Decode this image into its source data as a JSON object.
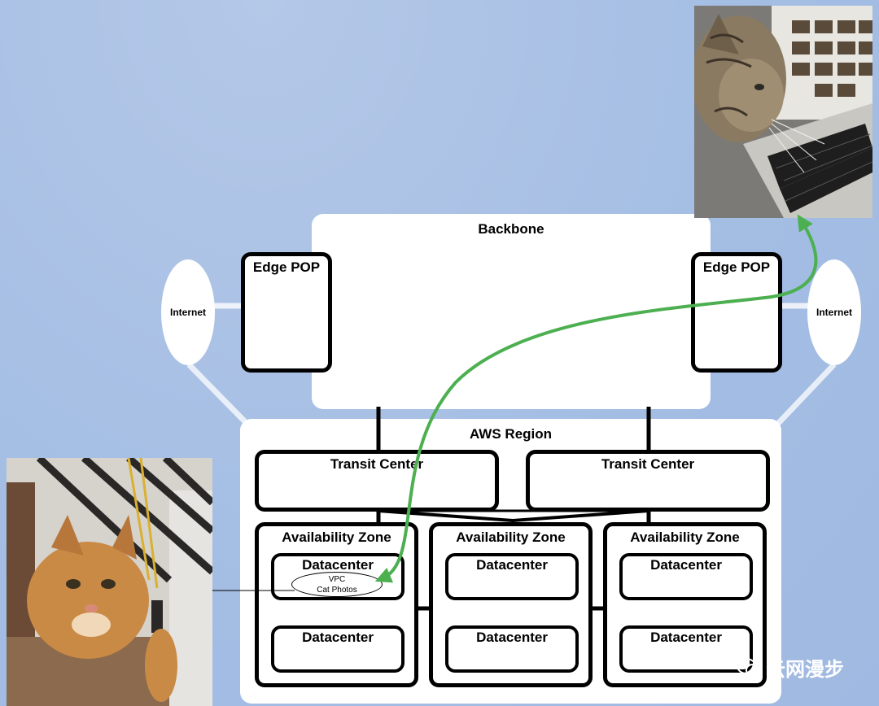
{
  "backbone": {
    "title": "Backbone"
  },
  "edge_pops": [
    {
      "label": "Edge POP"
    },
    {
      "label": "Edge POP"
    }
  ],
  "internet": [
    {
      "label": "Internet"
    },
    {
      "label": "Internet"
    }
  ],
  "region": {
    "title": "AWS Region"
  },
  "transit_centers": [
    {
      "label": "Transit Center"
    },
    {
      "label": "Transit Center"
    }
  ],
  "availability_zones": [
    {
      "label": "Availability Zone",
      "datacenters": [
        "Datacenter",
        "Datacenter"
      ]
    },
    {
      "label": "Availability Zone",
      "datacenters": [
        "Datacenter",
        "Datacenter"
      ]
    },
    {
      "label": "Availability Zone",
      "datacenters": [
        "Datacenter",
        "Datacenter"
      ]
    }
  ],
  "vpc": {
    "line1": "VPC",
    "line2": "Cat Photos"
  },
  "colors": {
    "route": "#4caf50",
    "background": "#a3bde3",
    "panel": "#ffffff"
  },
  "watermark": {
    "text": "云网漫步",
    "icon": "wechat-icon"
  }
}
